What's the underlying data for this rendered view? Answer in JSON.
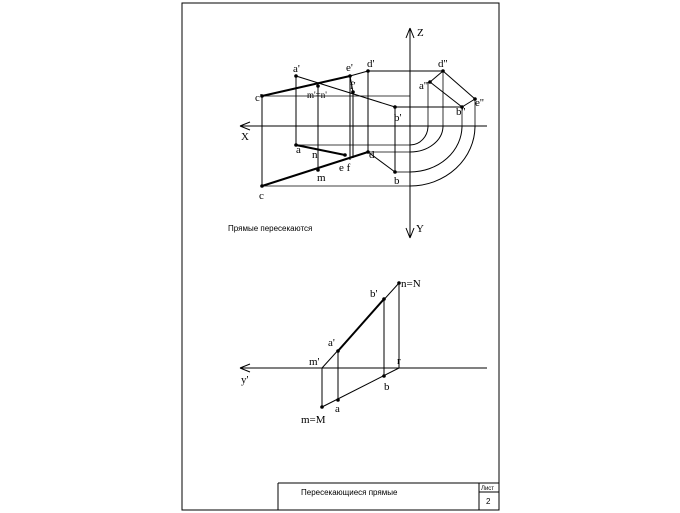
{
  "sheet": {
    "caption": "Прямые пересекаются",
    "title_block": {
      "title": "Пересекающиеся прямые",
      "sheet_label": "Лист",
      "sheet_number": "2"
    }
  },
  "upper_view": {
    "axes": {
      "x": "X",
      "z": "Z",
      "y": "Y"
    },
    "labels": {
      "a1": "a'",
      "e1": "e'",
      "d1": "d'",
      "d2": "d''",
      "c1": "c'",
      "mn1": "m'=n'",
      "f1": "f'",
      "a2": "a''",
      "e2": "e''",
      "b2": "b''",
      "b1": "b'",
      "a": "a",
      "n": "n",
      "d": "d",
      "c_f": "e f",
      "m": "m",
      "c": "c",
      "b": "b"
    }
  },
  "lower_view": {
    "axis": "y'",
    "labels": {
      "b1": "b'",
      "nN": "n=N",
      "a1": "a'",
      "m1": "m'",
      "r": "r",
      "b": "b",
      "mM": "m=M",
      "a": "a"
    }
  }
}
